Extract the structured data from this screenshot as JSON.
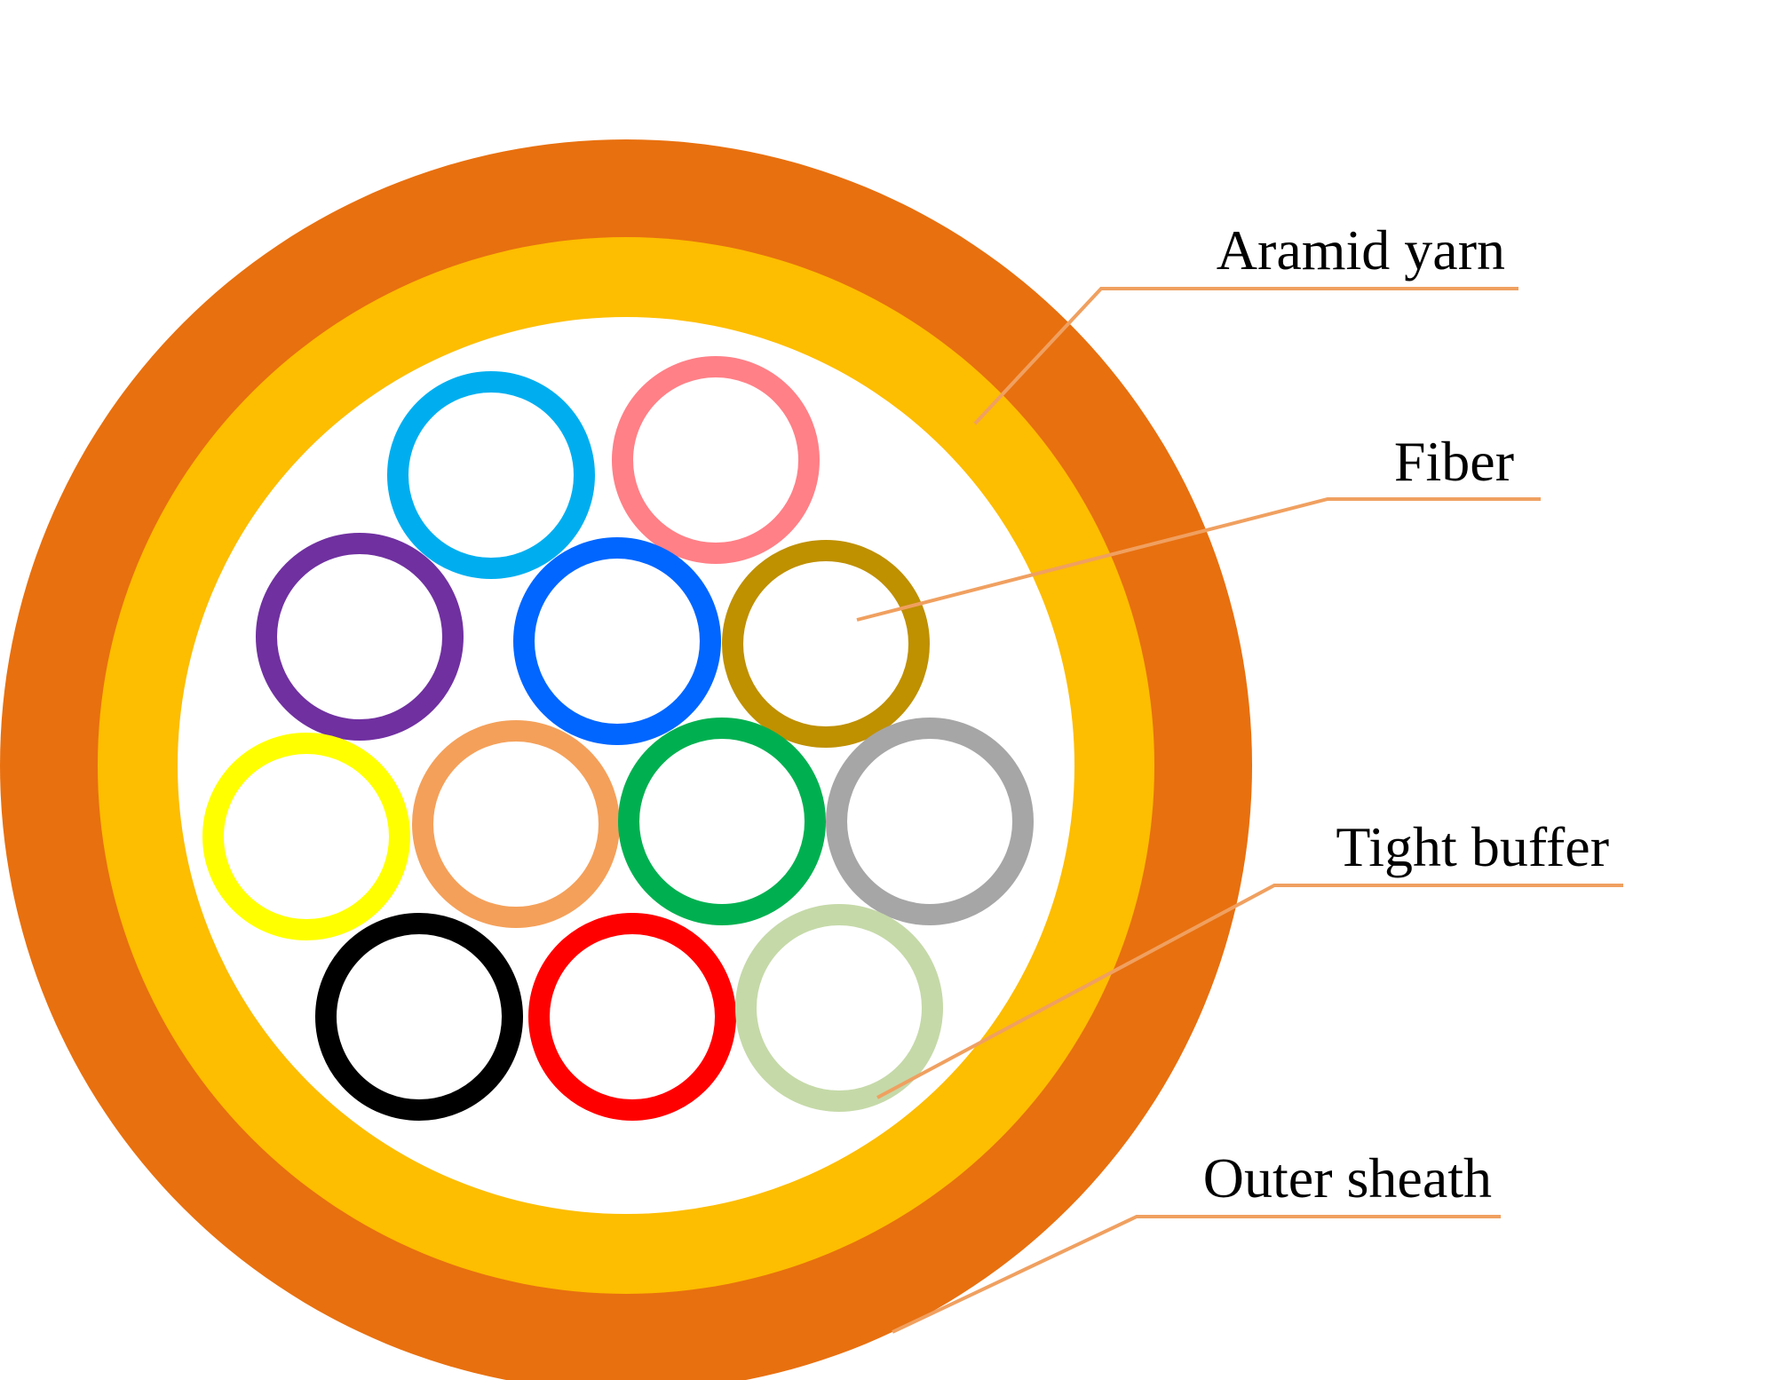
{
  "colors": {
    "outer_sheath": "#E8700F",
    "aramid_yarn": "#FDBD00",
    "core_fill": "#FFFFFF",
    "leader_line": "#F0A060"
  },
  "labels": {
    "aramid_yarn": "Aramid yarn",
    "fiber": "Fiber",
    "tight_buffer": "Tight buffer",
    "outer_sheath": "Outer sheath"
  },
  "tight_buffers": [
    {
      "color": "#00AEEF"
    },
    {
      "color": "#FF8087"
    },
    {
      "color": "#7030A0"
    },
    {
      "color": "#0066FF"
    },
    {
      "color": "#BF9000"
    },
    {
      "color": "#FFFF00"
    },
    {
      "color": "#F4A05A"
    },
    {
      "color": "#00B050"
    },
    {
      "color": "#A6A6A6"
    },
    {
      "color": "#000000"
    },
    {
      "color": "#FF0000"
    },
    {
      "color": "#C5D9A8"
    }
  ]
}
